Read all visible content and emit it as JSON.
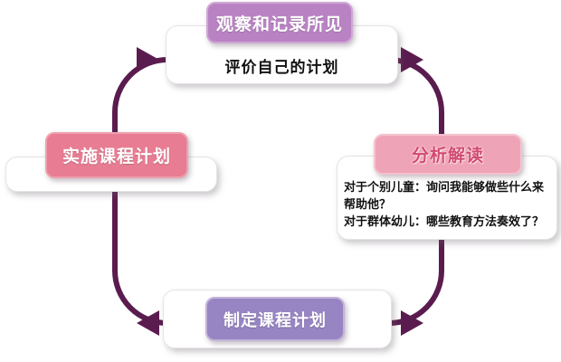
{
  "canvas": {
    "width": "620",
    "height": "400"
  },
  "palette": {
    "arrow": "#5a1c4e",
    "observe_fill": "#b983c3",
    "implement_fill": "#e87c92",
    "analyze_fill": "#efa3b7",
    "analyze_text": "#d24a70",
    "plan_fill": "#9784c2",
    "card_fill": "#ffffff",
    "note_text": "#111111"
  },
  "nodes": {
    "observe": {
      "label": "观察和记录所见"
    },
    "evaluate": {
      "label": "评价自己的计划"
    },
    "analyze": {
      "label": "分析解读",
      "detail_individual": "对于个别儿童：询问我能够做些什么来帮助他？",
      "detail_group": "对于群体幼儿：哪些教育方法奏效了？"
    },
    "plan": {
      "label": "制定课程计划"
    },
    "implement": {
      "label": "实施课程计划"
    }
  }
}
